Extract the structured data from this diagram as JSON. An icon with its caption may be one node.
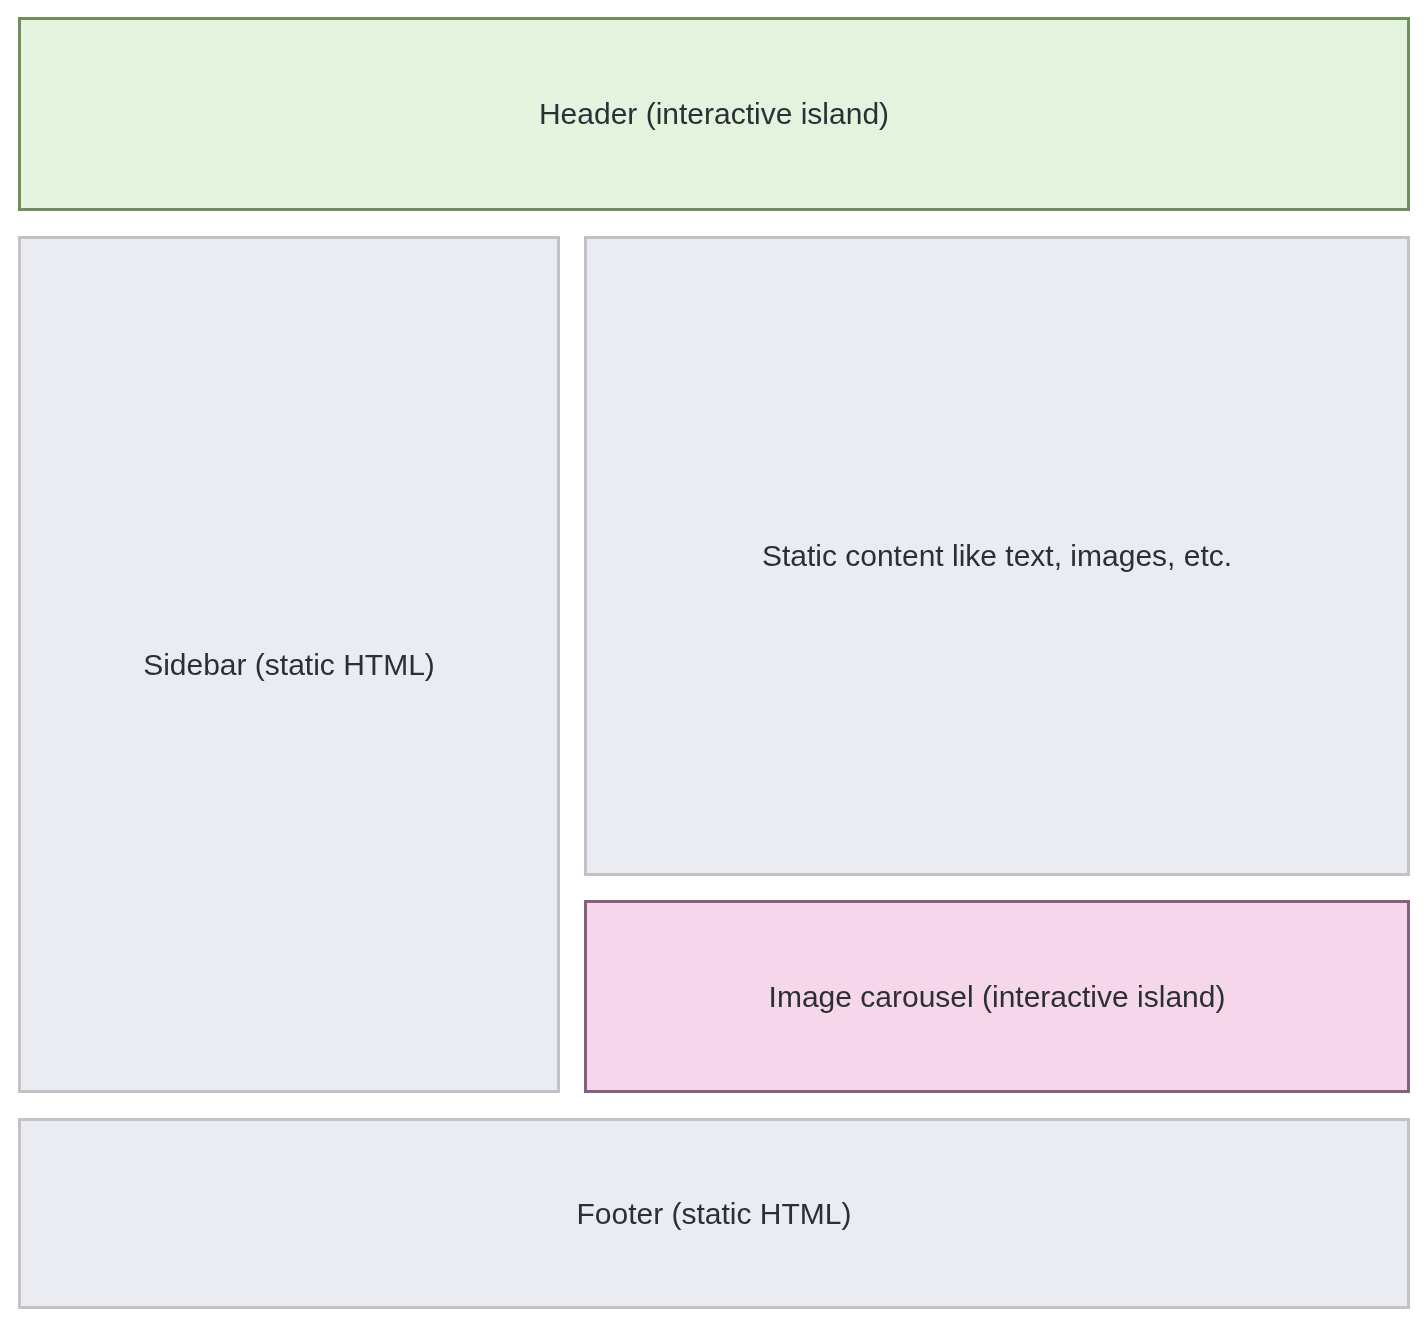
{
  "diagram": {
    "nodes": [
      {
        "text": [
          "Header (interactive island)"
        ]
      },
      {
        "text": [
          "Sidebar (static HTML)"
        ]
      },
      {
        "text": [
          "Static content like text, images, etc."
        ]
      },
      {
        "text": [
          "Image carousel (interactive island)"
        ]
      },
      {
        "text": [
          "Footer (static HTML)"
        ]
      }
    ]
  }
}
